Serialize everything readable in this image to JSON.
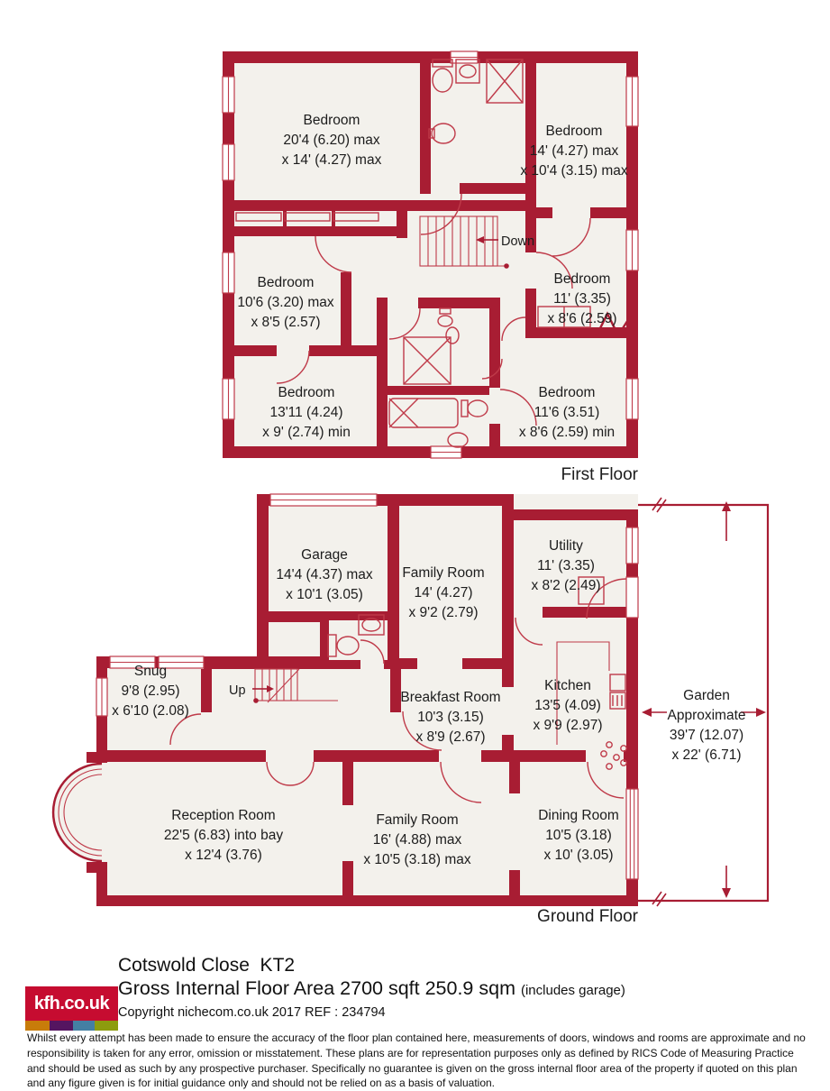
{
  "first_floor": {
    "label": "First Floor",
    "stairs_label": "Down",
    "rooms": [
      {
        "name": "Bedroom",
        "dim1": "20'4 (6.20) max",
        "dim2": "x 14' (4.27) max"
      },
      {
        "name": "Bedroom",
        "dim1": "14' (4.27) max",
        "dim2": "x 10'4 (3.15) max"
      },
      {
        "name": "Bedroom",
        "dim1": "10'6 (3.20) max",
        "dim2": "x 8'5 (2.57)"
      },
      {
        "name": "Bedroom",
        "dim1": "11' (3.35)",
        "dim2": "x 8'6 (2.59)"
      },
      {
        "name": "Bedroom",
        "dim1": "13'11 (4.24)",
        "dim2": "x 9' (2.74) min"
      },
      {
        "name": "Bedroom",
        "dim1": "11'6 (3.51)",
        "dim2": "x 8'6 (2.59) min"
      }
    ]
  },
  "ground_floor": {
    "label": "Ground Floor",
    "stairs_label": "Up",
    "rooms": [
      {
        "name": "Garage",
        "dim1": "14'4 (4.37) max",
        "dim2": "x 10'1 (3.05)"
      },
      {
        "name": "Family Room",
        "dim1": "14' (4.27)",
        "dim2": "x 9'2 (2.79)"
      },
      {
        "name": "Utility",
        "dim1": "11' (3.35)",
        "dim2": "x 8'2 (2.49)"
      },
      {
        "name": "Snug",
        "dim1": "9'8 (2.95)",
        "dim2": "x 6'10 (2.08)"
      },
      {
        "name": "Breakfast Room",
        "dim1": "10'3 (3.15)",
        "dim2": "x 8'9 (2.67)"
      },
      {
        "name": "Kitchen",
        "dim1": "13'5 (4.09)",
        "dim2": "x 9'9 (2.97)"
      },
      {
        "name": "Reception Room",
        "dim1": "22'5 (6.83) into bay",
        "dim2": "x 12'4 (3.76)"
      },
      {
        "name": "Family Room",
        "dim1": "16' (4.88) max",
        "dim2": "x 10'5 (3.18) max"
      },
      {
        "name": "Dining Room",
        "dim1": "10'5 (3.18)",
        "dim2": "x 10' (3.05)"
      }
    ],
    "garden": {
      "name": "Garden",
      "line2": "Approximate",
      "dim1": "39'7 (12.07)",
      "dim2": "x 22' (6.71)"
    }
  },
  "footer": {
    "logo_text": "kfh.co.uk",
    "address": "Cotswold Close  KT2",
    "area_main": "Gross Internal Floor Area 2700 sqft 250.9 sqm",
    "area_note": "(includes garage)",
    "copyright": "Copyright nichecom.co.uk 2017 REF : 234794",
    "disclaimer": "Whilst every attempt has been made to ensure the accuracy of the floor plan contained here, measurements of doors, windows and rooms are approximate and no responsibility is taken for any error, omission or misstatement.  These plans are for representation purposes only as defined by RICS Code of Measuring Practice and should be used as such by any prospective purchaser.  Specifically no guarantee is given on the gross internal floor area of the property if quoted on this plan and any figure given is for initial guidance only and should not be relied on as a basis of valuation."
  },
  "colors": {
    "wall": "#a81d33",
    "fixture_line": "#bf3a49",
    "floor": "#f3f1ec",
    "logo_red": "#c60c30",
    "stripe_orange": "#c87c0a",
    "stripe_purple": "#551560",
    "stripe_blue": "#447fa3",
    "stripe_olive": "#8d9c0e"
  }
}
